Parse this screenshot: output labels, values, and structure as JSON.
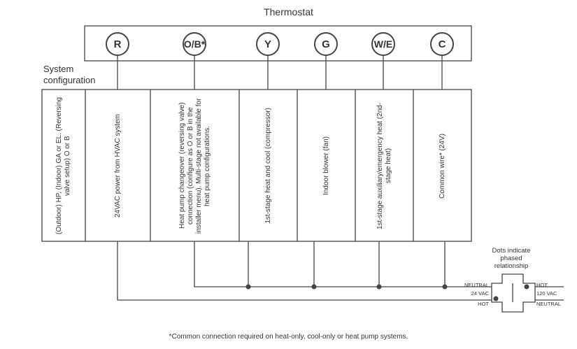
{
  "title": "Thermostat",
  "system_configuration": [
    "System",
    "configuration"
  ],
  "terminals": [
    {
      "key": "R",
      "label": "R"
    },
    {
      "key": "OB",
      "label": "O/B*"
    },
    {
      "key": "Y",
      "label": "Y"
    },
    {
      "key": "G",
      "label": "G"
    },
    {
      "key": "WE",
      "label": "W/E"
    },
    {
      "key": "C",
      "label": "C"
    }
  ],
  "descriptions": [
    "(Outdoor) HP, (Indoor) GA or EL. (Reversing valve setup) O or B",
    "24VAC power from HVAC system",
    "Heat pump changeover (reversing valve) connection (configure as O or B in the installer menu). Multi-stage not available for heat pump configurations.",
    "1st-stage heat and cool (compressor)",
    "Indoor blower (fan)",
    "1st-stage auxiliary/emergency heat (2nd-stage heat)",
    "Common wire* (24V)"
  ],
  "phasing_note": [
    "Dots indicate",
    "phased",
    "relationship"
  ],
  "transformer": {
    "left_labels": {
      "top": "NEUTRAL",
      "middle": "24 VAC",
      "bottom": "HOT"
    },
    "right_labels": {
      "top": "HOT",
      "middle": "120 VAC",
      "bottom": "NEUTRAL"
    }
  },
  "footnote": "*Common connection required on heat-only, cool-only or heat pump systems.",
  "colors": {
    "line": "#444444",
    "text": "#333333",
    "background": "#ffffff"
  }
}
